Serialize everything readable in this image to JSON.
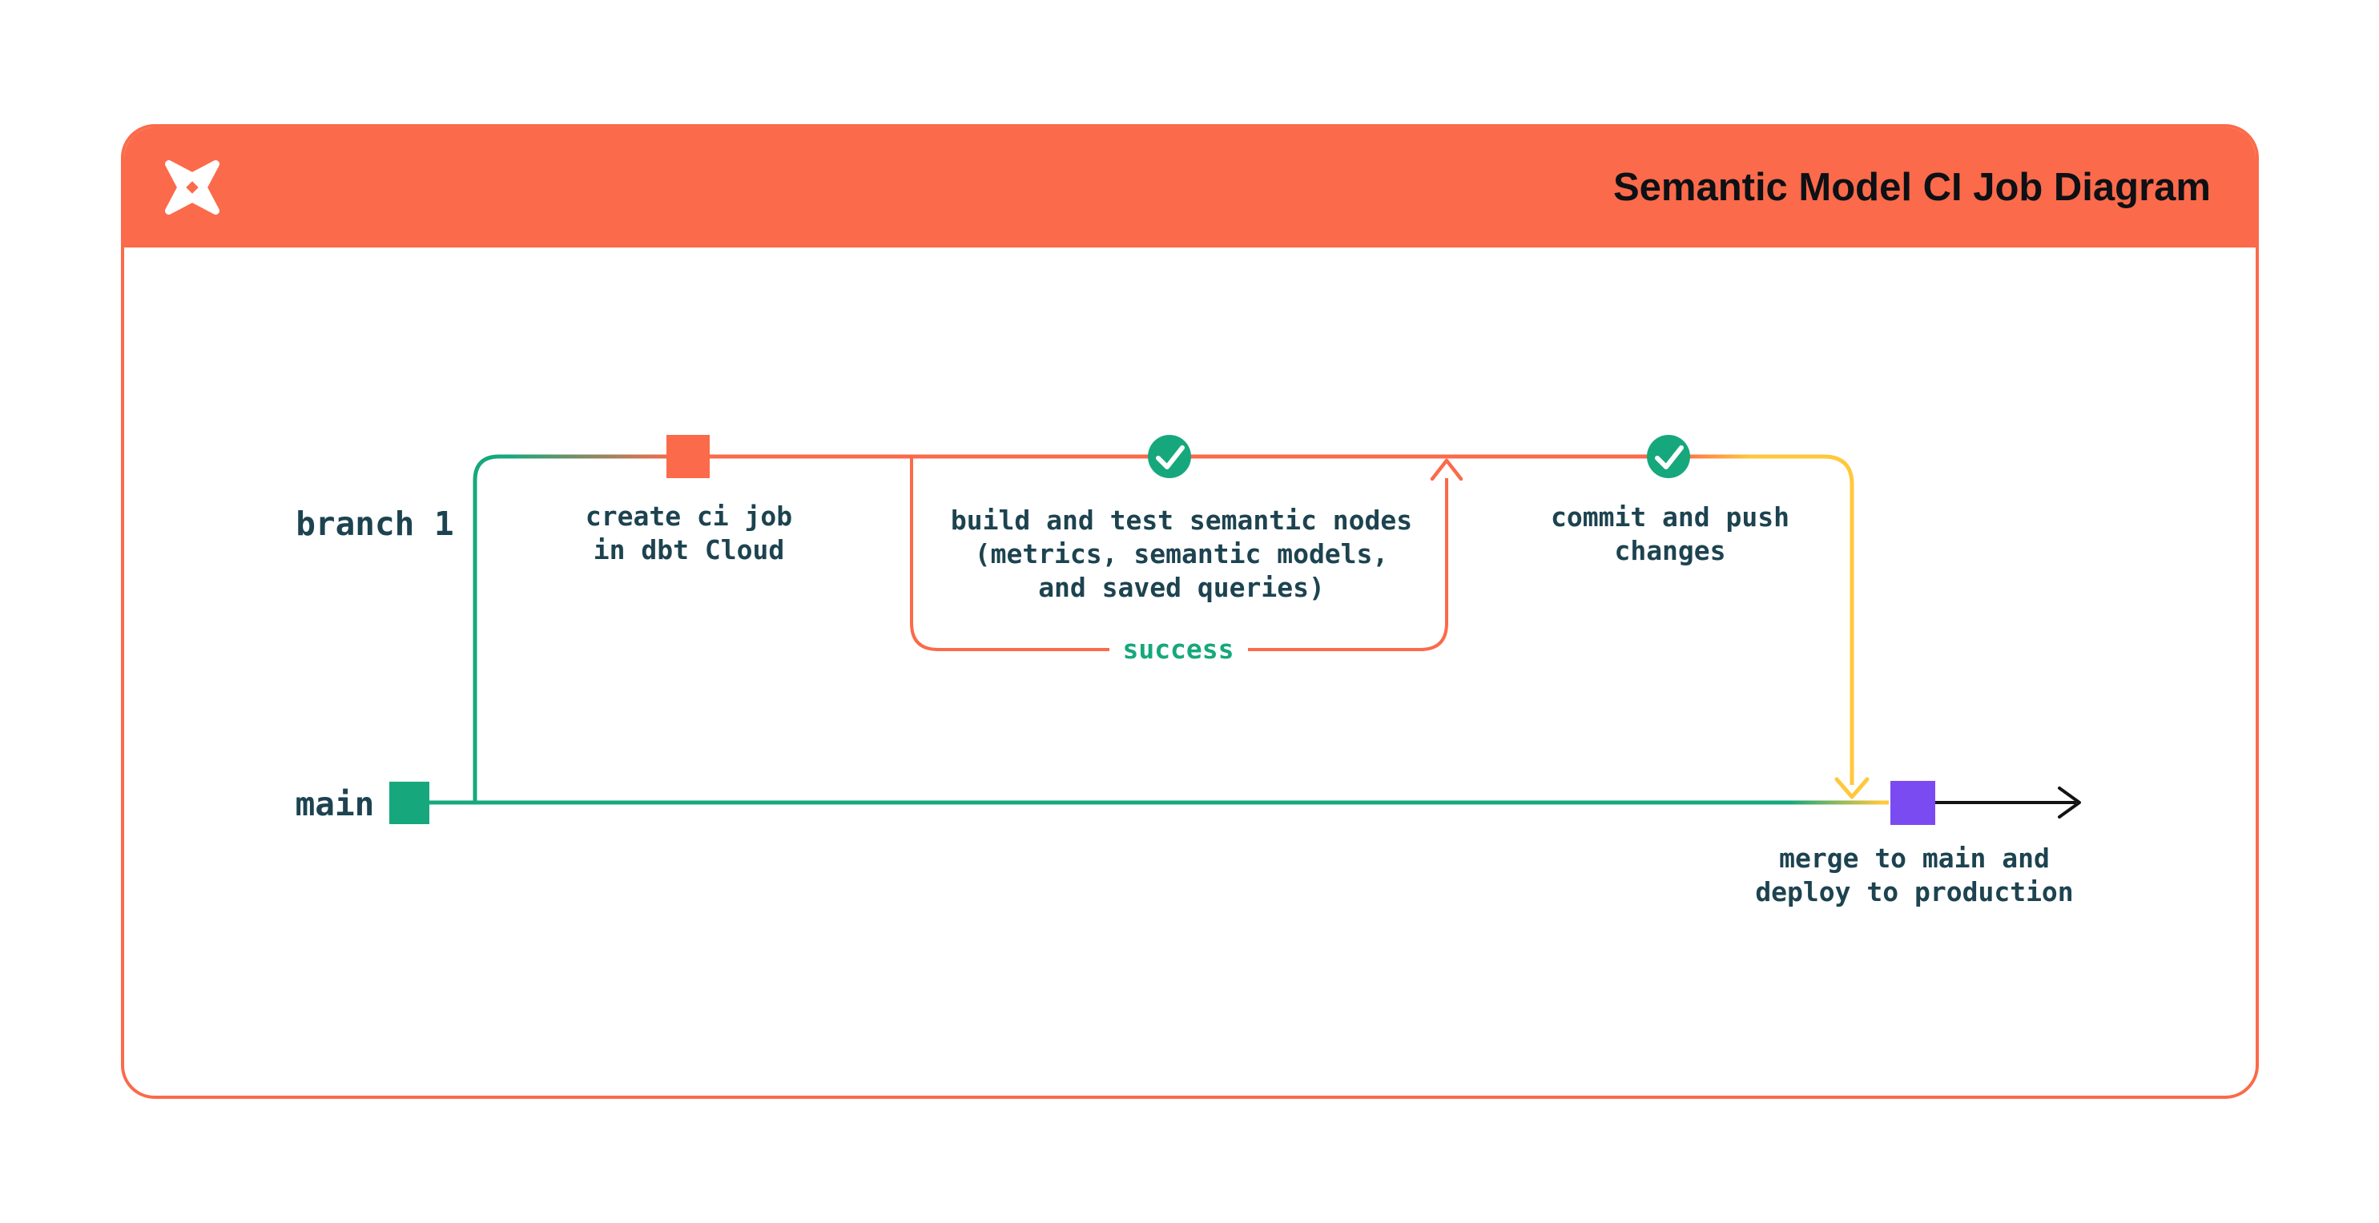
{
  "header": {
    "title": "Semantic Model CI Job Diagram",
    "logo_icon": "dbt-pinwheel-logo"
  },
  "lanes": {
    "branch1_label": "branch 1",
    "main_label": "main"
  },
  "nodes": {
    "create_ci": {
      "commit_marker": "orange-square",
      "line1": "create ci job",
      "line2": "in dbt Cloud"
    },
    "build_test": {
      "marker_icon": "checkmark-circle",
      "line1": "build and test semantic nodes",
      "line2": "(metrics, semantic models,",
      "line3": "and saved queries)"
    },
    "commit_push": {
      "marker_icon": "checkmark-circle",
      "line1": "commit and push",
      "line2": "changes"
    },
    "merge": {
      "commit_marker": "purple-square",
      "line1": "merge to main and",
      "line2": "deploy to production"
    },
    "main_start": {
      "commit_marker": "green-square"
    }
  },
  "labels": {
    "success": "success"
  },
  "colors": {
    "orange": "#FB6A4A",
    "green": "#16A87C",
    "yellow": "#FFC83C",
    "purple": "#7B4BF2",
    "text_dark": "#1D4350",
    "title_dark": "#0D1014",
    "arrow_black": "#131313",
    "background": "#FFFFFF",
    "card_bg": "#FFFFFF"
  }
}
